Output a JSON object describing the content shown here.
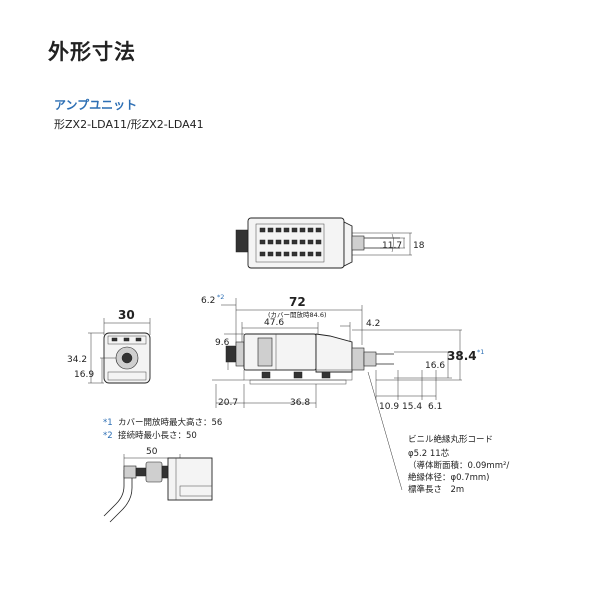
{
  "page_title": "外形寸法",
  "section_title": "アンプユニット",
  "model_label": "形ZX2-LDA11/形ZX2-LDA41",
  "top_view": {
    "dim_11_7": "11.7",
    "dim_18": "18"
  },
  "front_view": {
    "width": "30",
    "dim_34_2": "34.2",
    "dim_16_9": "16.9"
  },
  "side_view": {
    "dim_6_2": "6.2",
    "dim_6_2_mark": "*2",
    "length": "72",
    "cover_note": "(カバー開放時84.6)",
    "dim_47_6": "47.6",
    "dim_4_2": "4.2",
    "dim_9_6": "9.6",
    "height": "38.4",
    "height_mark": "*1",
    "dim_16_6": "16.6",
    "dim_20_7": "20.7",
    "dim_36_8": "36.8",
    "dim_10_9": "10.9",
    "dim_15_4": "15.4",
    "dim_6_1": "6.1"
  },
  "notes": [
    {
      "mark": "*1",
      "text": "カバー開放時最大高さ：56"
    },
    {
      "mark": "*2",
      "text": "接続時最小長さ：50"
    }
  ],
  "connector_view": {
    "dim_50": "50"
  },
  "cord_spec": [
    "ビニル絶縁丸形コード",
    "φ5.2 11芯",
    "（導体断面積：0.09mm²/",
    "絶縁体径：φ0.7mm)",
    "標準長さ　2m"
  ],
  "colors": {
    "accent": "#2d6fb4",
    "line": "#222222"
  }
}
